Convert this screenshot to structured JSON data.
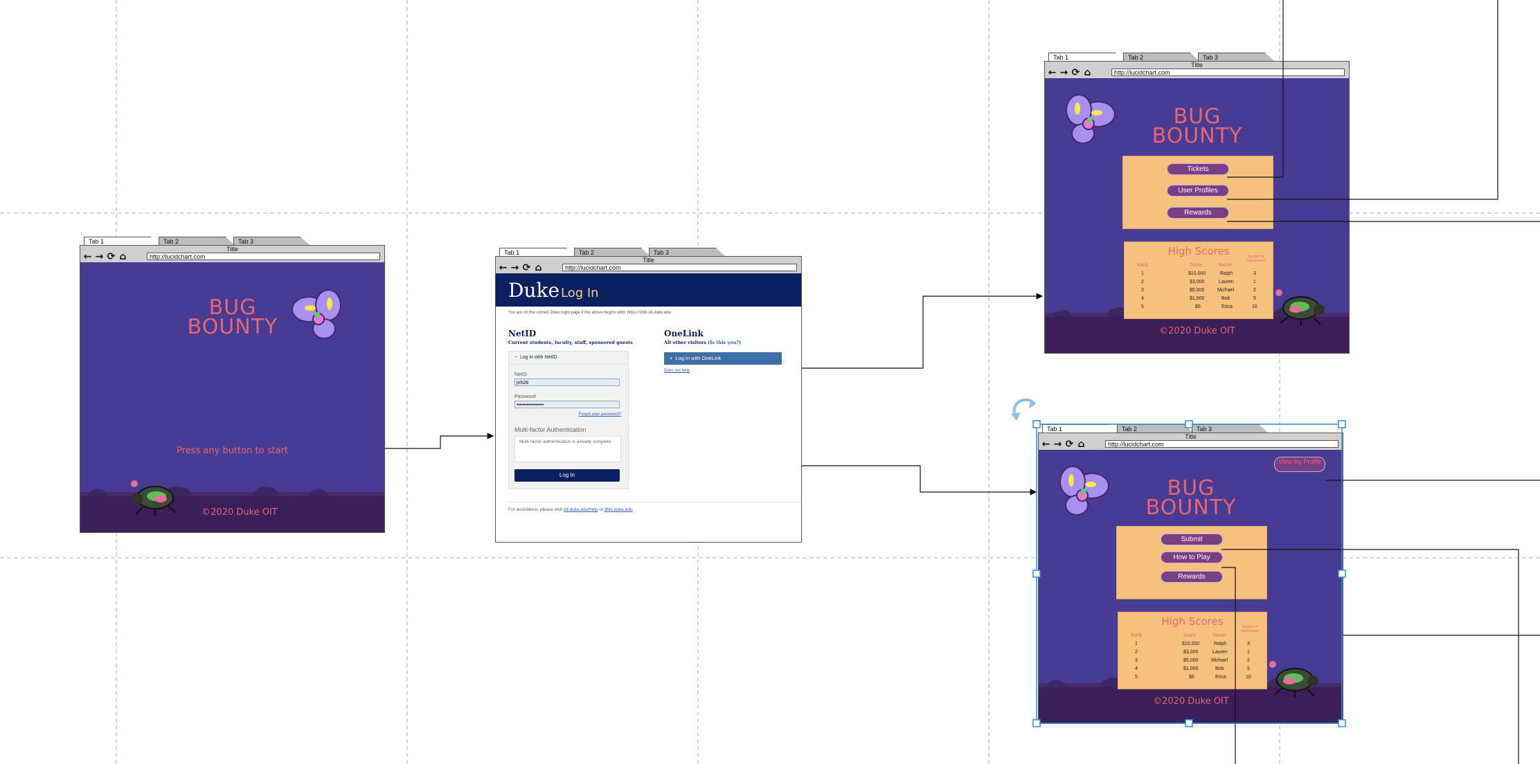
{
  "browser": {
    "tabs": [
      "Tab 1",
      "Tab 2",
      "Tab 3"
    ],
    "title": "Title",
    "url": "http://lucidchart.com",
    "nav_glyphs": [
      "←",
      "→",
      "⟳",
      "⌂"
    ]
  },
  "start_screen": {
    "game_title_line1": "BUG",
    "game_title_line2": "BOUNTY",
    "prompt": "Press any button to start",
    "copyright": "©2020 Duke OIT"
  },
  "login_screen": {
    "brand": "Duke",
    "heading": "Log In",
    "notice": "You are on the correct Duke login page if the above begins with: https://shib.oit.duke.edu",
    "netid_title": "NetID",
    "netid_subtitle": "Current students, faculty, staff, sponsored guests",
    "netid_toggle": "Log in with NetID",
    "netid_label": "NetID",
    "netid_value": "jnh28",
    "password_label": "Password",
    "password_value": "••••••••••••••••",
    "forgot_link": "Forgot your password?",
    "mfa_title": "Multi-factor Authentication",
    "mfa_text": "Multi-factor authentication is already complete.",
    "login_button": "Log In",
    "onelink_title": "OneLink",
    "onelink_subtitle": "All other visitors",
    "onelink_subtitle_link": "(Is this you?)",
    "onelink_button": "Log in with OneLink",
    "onelink_help": "Does not help",
    "footer_prefix": "For assistance, please visit",
    "footer_link1": "oit.duke.edu/help",
    "footer_or": "or",
    "footer_link2": "dhts.duke.edu"
  },
  "menu_screen_top": {
    "game_title_line1": "BUG",
    "game_title_line2": "BOUNTY",
    "buttons": [
      "Tickets",
      "User Profiles",
      "Rewards"
    ],
    "copyright": "©2020 Duke OIT"
  },
  "menu_screen_bottom": {
    "game_title_line1": "BUG",
    "game_title_line2": "BOUNTY",
    "profile_button": "View my Profile",
    "buttons": [
      "Submit",
      "How to Play",
      "Rewards"
    ],
    "copyright": "©2020 Duke OIT"
  },
  "high_scores": {
    "title": "High Scores",
    "headers": [
      "Rank",
      "Score",
      "Name",
      "Number of submissions"
    ],
    "rows": [
      [
        "1",
        "$10,000",
        "Ralph",
        "3"
      ],
      [
        "2",
        "$3,000",
        "Lauren",
        "1"
      ],
      [
        "3",
        "$5,000",
        "Michael",
        "2"
      ],
      [
        "4",
        "$1,000",
        "Bob",
        "5"
      ],
      [
        "5",
        "$5",
        "Erica",
        "10"
      ]
    ]
  },
  "colors": {
    "screen_bg": "#473b93",
    "title_coral": "#e6676f",
    "panel_orange": "#f5c17d",
    "button_purple": "#7a3e85",
    "duke_navy": "#012169",
    "selection_blue": "#2a8fd8"
  }
}
